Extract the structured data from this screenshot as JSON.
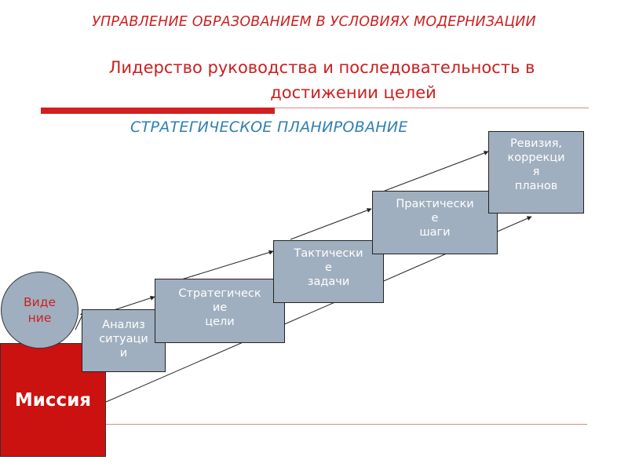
{
  "header": {
    "title": "УПРАВЛЕНИЕ ОБРАЗОВАНИЕМ В УСЛОВИЯХ МОДЕРНИЗАЦИИ"
  },
  "subtitle": {
    "line1": "Лидерство руководства и последовательность в",
    "line2": "достижении целей"
  },
  "section": {
    "title": "СТРАТЕГИЧЕСКОЕ ПЛАНИРОВАНИЕ"
  },
  "mission": {
    "label": "Миссия"
  },
  "vision": {
    "label": "Виде\nние"
  },
  "steps": {
    "analysis": "Анализ\nситуаци\nи",
    "strategic": "Стратегическ\nие\nцели",
    "tactical": "Тактически\nе\nзадачи",
    "practical": "Практически\nе\nшаги",
    "revision": "Ревизия,\nкоррекци\nя\nпланов"
  },
  "colors": {
    "accent_red": "#cc1f1f",
    "section_blue": "#2f7fb0",
    "box_gray": "#a0afbf"
  }
}
